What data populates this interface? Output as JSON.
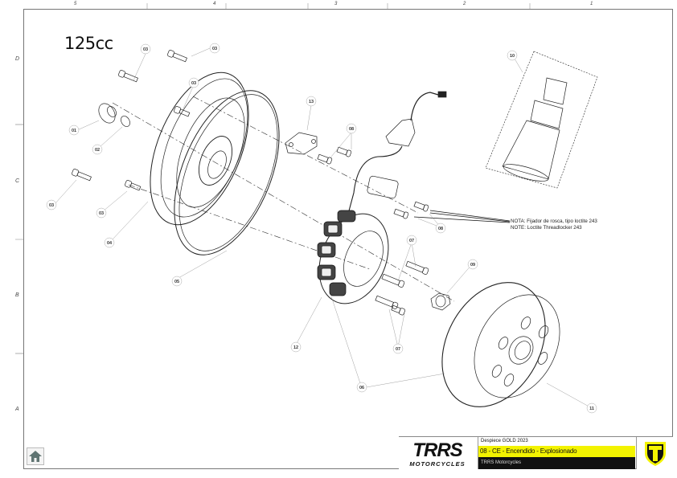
{
  "drawing": {
    "model_label": "125cc",
    "zone_columns": [
      "5",
      "4",
      "3",
      "2",
      "1"
    ],
    "zone_rows": [
      "D",
      "C",
      "B",
      "A"
    ],
    "note_lines": [
      "NOTA: Fijador de rosca, tipo loctite 243",
      "NOTE: Loctite Threadlocker 243"
    ],
    "callouts": [
      {
        "id": "01",
        "part": "washer-bushing"
      },
      {
        "id": "02",
        "part": "o-ring"
      },
      {
        "id": "03",
        "part": "cover-bolt"
      },
      {
        "id": "04",
        "part": "ignition-cover"
      },
      {
        "id": "05",
        "part": "cover-gasket"
      },
      {
        "id": "06",
        "part": "stator-flywheel-assembly"
      },
      {
        "id": "07",
        "part": "stator-bolt"
      },
      {
        "id": "08",
        "part": "pickup-bolt"
      },
      {
        "id": "09",
        "part": "flywheel-nut"
      },
      {
        "id": "10",
        "part": "flywheel-puller"
      },
      {
        "id": "11",
        "part": "flywheel-rotor"
      },
      {
        "id": "12",
        "part": "stator"
      },
      {
        "id": "13",
        "part": "bracket"
      }
    ]
  },
  "title_block": {
    "brand": "TRRS",
    "brand_sub": "MOTORCYCLES",
    "row1": "Despiece GOLD 2023",
    "row2": "08 - CE - Encendido - Explosionado",
    "row3": "TRRS Motorcycles",
    "accent_color": "#f3f300"
  },
  "nav": {
    "home_label": "home"
  }
}
